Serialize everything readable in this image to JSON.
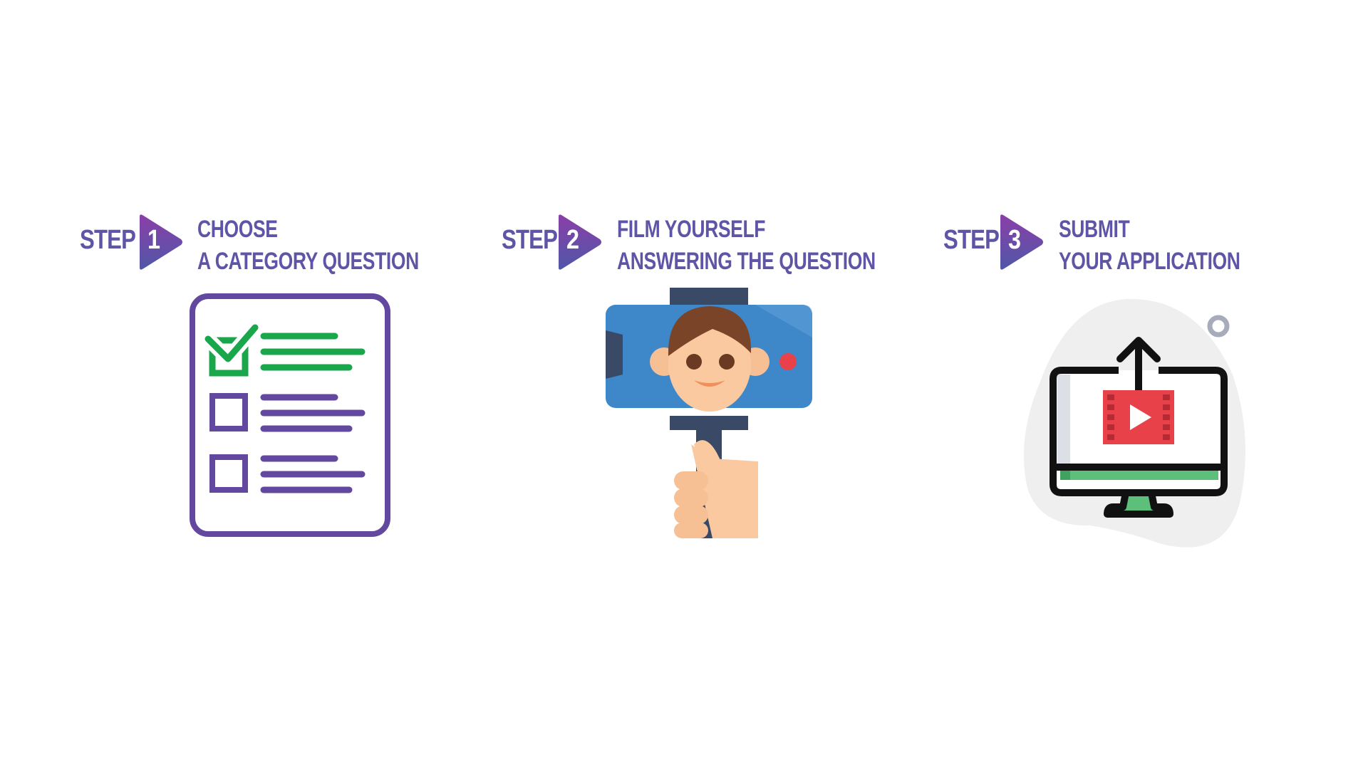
{
  "steps": [
    {
      "step_word": "STEP",
      "number": "1",
      "title_line1": "CHOOSE",
      "title_line2": "A CATEGORY QUESTION",
      "icon": "checklist-icon"
    },
    {
      "step_word": "STEP",
      "number": "2",
      "title_line1": "FILM YOURSELF",
      "title_line2": "ANSWERING THE QUESTION",
      "icon": "selfie-stick-phone-icon"
    },
    {
      "step_word": "STEP",
      "number": "3",
      "title_line1": "SUBMIT",
      "title_line2": "YOUR APPLICATION",
      "icon": "video-upload-monitor-icon"
    }
  ],
  "colors": {
    "text_purple": "#5e55a6",
    "arrow_gradient_top": "#8b3fa8",
    "arrow_gradient_bottom": "#4f57a8",
    "check_green": "#1aa64a",
    "phone_blue": "#3e87c9",
    "video_red": "#e8414a",
    "monitor_green": "#5cbf7a"
  }
}
